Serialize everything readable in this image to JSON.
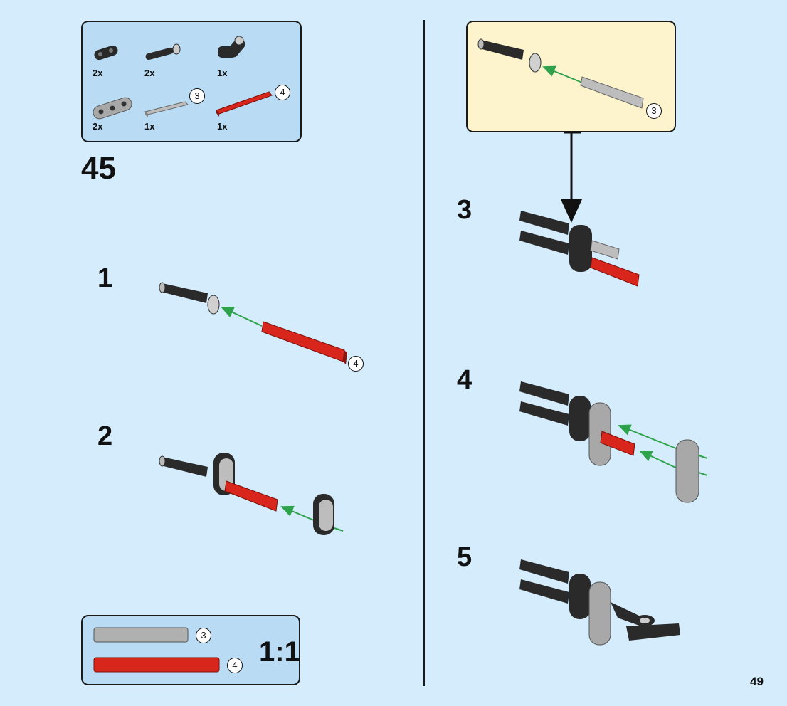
{
  "parts": [
    {
      "name": "pin-connector-icon",
      "qty": "2x"
    },
    {
      "name": "axle-pin-black-icon",
      "qty": "2x"
    },
    {
      "name": "angle-connector-icon",
      "qty": "1x"
    },
    {
      "name": "beam-3-icon",
      "qty": "2x"
    },
    {
      "name": "axle-3-gray-icon",
      "qty": "1x",
      "callout": "3"
    },
    {
      "name": "axle-4-red-icon",
      "qty": "1x",
      "callout": "4"
    }
  ],
  "step_number": "45",
  "substeps": [
    "1",
    "2",
    "3",
    "4",
    "5"
  ],
  "callouts": {
    "axle3": "3",
    "axle4": "4"
  },
  "scale": {
    "label": "1:1",
    "axle3": "3",
    "axle4": "4"
  },
  "page_number": "49",
  "colors": {
    "background": "#d4ecfb",
    "parts_box": "#b9dcf4",
    "sub_box": "#fdf3cc",
    "red": "#d8261c",
    "gray": "#a8a8a8",
    "black": "#2a2a2a",
    "arrow": "#2fa24c"
  }
}
